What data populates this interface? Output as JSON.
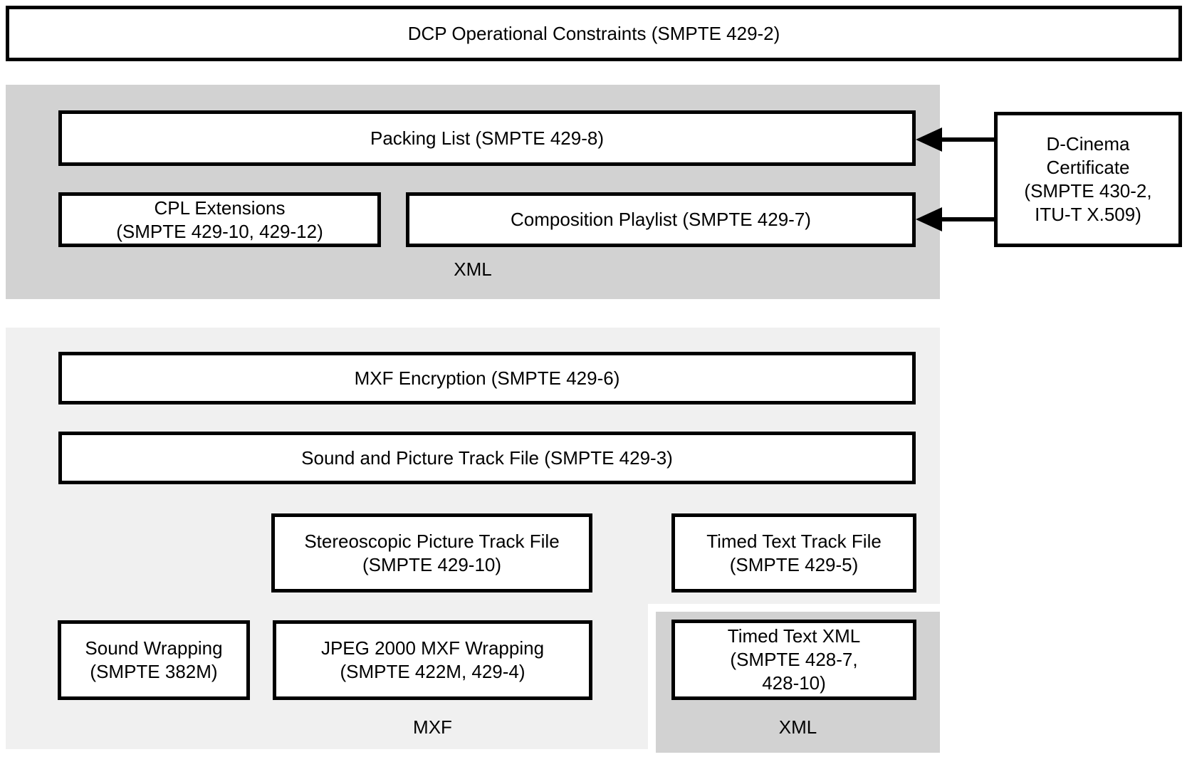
{
  "colors": {
    "box_fill": "#ffffff",
    "box_border": "#000000",
    "xml_section_bg": "#d2d2d2",
    "mxf_section_bg": "#f0f0f0",
    "timed_text_xml_section_bg": "#d2d2d2",
    "arrow_color": "#000000"
  },
  "top_box": {
    "label": "DCP Operational Constraints (SMPTE 429-2)"
  },
  "xml_package_section": {
    "packing_list": {
      "label": "Packing List (SMPTE 429-8)"
    },
    "cpl_extensions": {
      "lines": [
        "CPL Extensions",
        "(SMPTE 429-10, 429-12)"
      ]
    },
    "composition_playlist": {
      "label": "Composition Playlist (SMPTE 429-7)"
    },
    "section_label": "XML"
  },
  "certificate_box": {
    "lines": [
      "D-Cinema",
      "Certificate",
      "(SMPTE 430-2,",
      "ITU-T X.509)"
    ]
  },
  "mxf_section": {
    "mxf_encryption": {
      "label": "MXF Encryption (SMPTE 429-6)"
    },
    "sound_and_picture_track_file": {
      "label": "Sound and Picture Track File (SMPTE 429-3)"
    },
    "stereoscopic_picture_track_file": {
      "lines": [
        "Stereoscopic Picture Track File",
        "(SMPTE 429-10)"
      ]
    },
    "timed_text_track_file": {
      "lines": [
        "Timed Text Track File",
        "(SMPTE 429-5)"
      ]
    },
    "sound_wrapping": {
      "lines": [
        "Sound Wrapping",
        "(SMPTE 382M)"
      ]
    },
    "jpeg2000_mxf_wrapping": {
      "lines": [
        "JPEG 2000 MXF Wrapping",
        "(SMPTE 422M, 429-4)"
      ]
    },
    "section_label": "MXF"
  },
  "timed_text_xml_section": {
    "timed_text_xml": {
      "lines": [
        "Timed Text XML",
        "(SMPTE 428-7,",
        "428-10)"
      ]
    },
    "section_label": "XML"
  }
}
